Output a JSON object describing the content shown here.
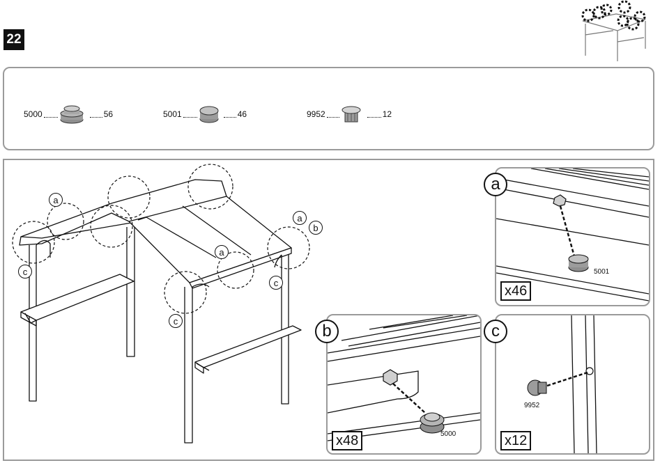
{
  "step": {
    "number": "22"
  },
  "parts": [
    {
      "code": "5000",
      "qty": "56"
    },
    {
      "code": "5001",
      "qty": "46"
    },
    {
      "code": "9952",
      "qty": "12"
    }
  ],
  "callouts": {
    "a": "a",
    "b": "b",
    "c": "c"
  },
  "details": {
    "a": {
      "letter": "a",
      "qty": "x46",
      "part": "5001"
    },
    "b": {
      "letter": "b",
      "qty": "x48",
      "part": "5000"
    },
    "c": {
      "letter": "c",
      "qty": "x12",
      "part": "9952"
    }
  },
  "icons": {
    "thumbnail": "gazebo-overview-thumbnail",
    "cap": "end-cap-icon",
    "plug": "plug-icon"
  },
  "colors": {
    "border": "#9a9a9a",
    "ink": "#111111",
    "part_fill": "#9c9c9c"
  }
}
